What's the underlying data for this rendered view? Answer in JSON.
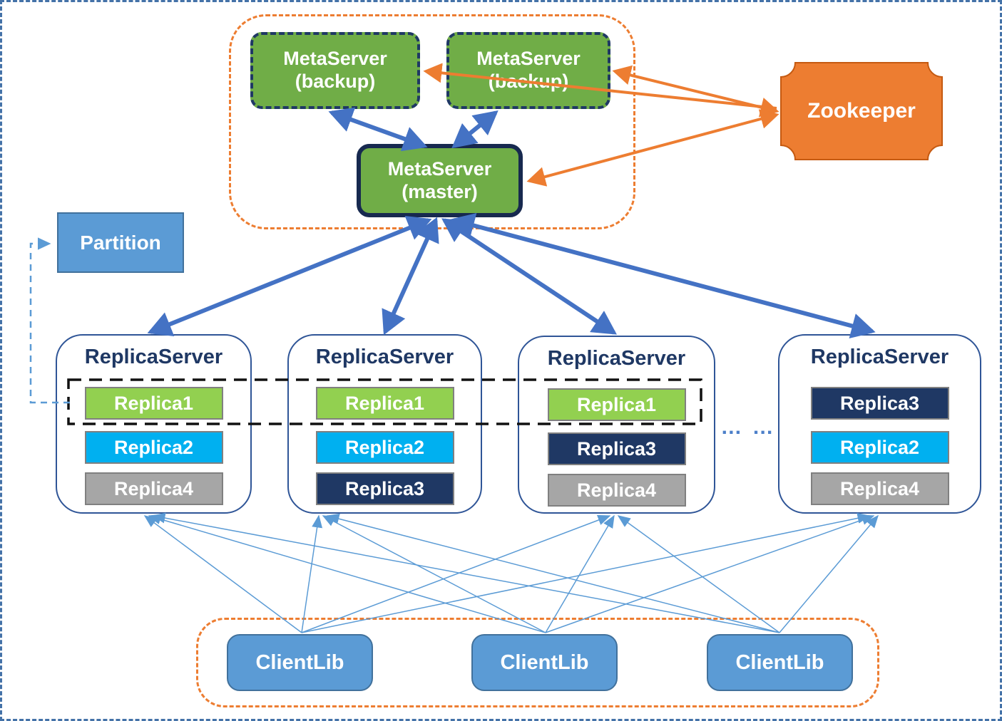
{
  "meta_cluster": {
    "servers": [
      {
        "name": "MetaServer",
        "role": "(backup)"
      },
      {
        "name": "MetaServer",
        "role": "(backup)"
      },
      {
        "name": "MetaServer",
        "role": "(master)"
      }
    ]
  },
  "zookeeper": {
    "label": "Zookeeper"
  },
  "partition": {
    "label": "Partition"
  },
  "replica_servers": [
    {
      "title": "ReplicaServer",
      "replicas": [
        {
          "label": "Replica1",
          "color": "#92D050"
        },
        {
          "label": "Replica2",
          "color": "#00B0F0"
        },
        {
          "label": "Replica4",
          "color": "#A6A6A6"
        }
      ]
    },
    {
      "title": "ReplicaServer",
      "replicas": [
        {
          "label": "Replica1",
          "color": "#92D050"
        },
        {
          "label": "Replica2",
          "color": "#00B0F0"
        },
        {
          "label": "Replica3",
          "color": "#1F3864"
        }
      ]
    },
    {
      "title": "ReplicaServer",
      "replicas": [
        {
          "label": "Replica1",
          "color": "#92D050"
        },
        {
          "label": "Replica3",
          "color": "#1F3864"
        },
        {
          "label": "Replica4",
          "color": "#A6A6A6"
        }
      ]
    },
    {
      "title": "ReplicaServer",
      "replicas": [
        {
          "label": "Replica3",
          "color": "#1F3864"
        },
        {
          "label": "Replica2",
          "color": "#00B0F0"
        },
        {
          "label": "Replica4",
          "color": "#A6A6A6"
        }
      ]
    }
  ],
  "ellipsis": "… …",
  "client_libs": [
    {
      "label": "ClientLib"
    },
    {
      "label": "ClientLib"
    },
    {
      "label": "ClientLib"
    }
  ],
  "colors": {
    "metaserver_green": "#70AD47",
    "metaserver_border_navy": "#1F3864",
    "zookeeper_orange": "#ED7D31",
    "group_outline_orange": "#ED7D31",
    "partition_blue": "#5B9BD5",
    "clientlib_blue": "#5B9BD5",
    "replica_server_border": "#2F5597",
    "replica_server_title": "#1F3864",
    "replica1_green": "#92D050",
    "replica2_cyan": "#00B0F0",
    "replica3_navy": "#1F3864",
    "replica4_gray": "#A6A6A6",
    "thick_arrow_blue": "#4472C4",
    "thin_arrow_blue": "#5B9BD5",
    "orange_arrow": "#ED7D31",
    "partition_scope_outline": "#111111",
    "page_border_blue": "#4472A8"
  }
}
